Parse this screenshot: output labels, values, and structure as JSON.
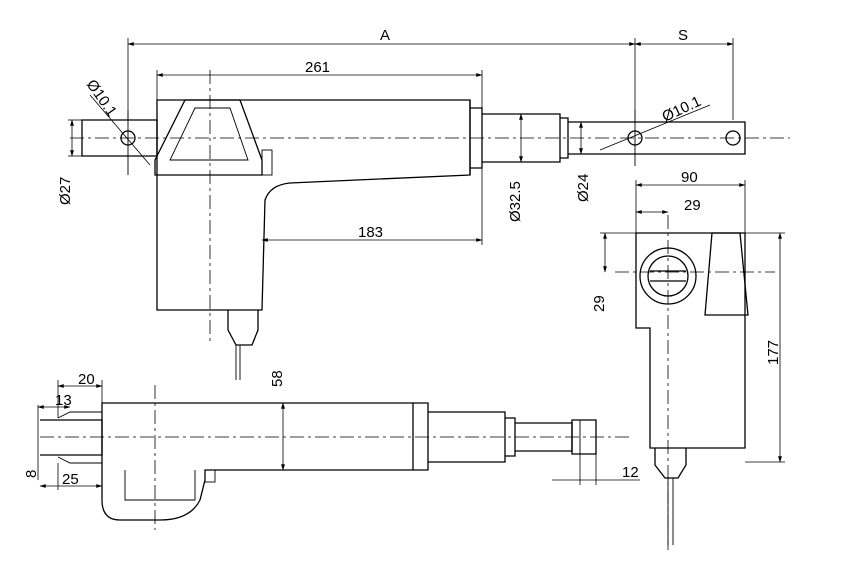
{
  "drawing": {
    "labels": {
      "A": "A",
      "S": "S",
      "d10_left": "Ø10.1",
      "d10_right": "Ø10.1",
      "d27": "Ø27",
      "d32_5": "Ø32.5",
      "d24": "Ø24",
      "len_261": "261",
      "len_183": "183",
      "w_90": "90",
      "w_29_top": "29",
      "h_29_side": "29",
      "h_177": "177",
      "h_58": "58",
      "w_20": "20",
      "w_13": "13",
      "h_8": "8",
      "w_25": "25",
      "w_12": "12"
    }
  }
}
